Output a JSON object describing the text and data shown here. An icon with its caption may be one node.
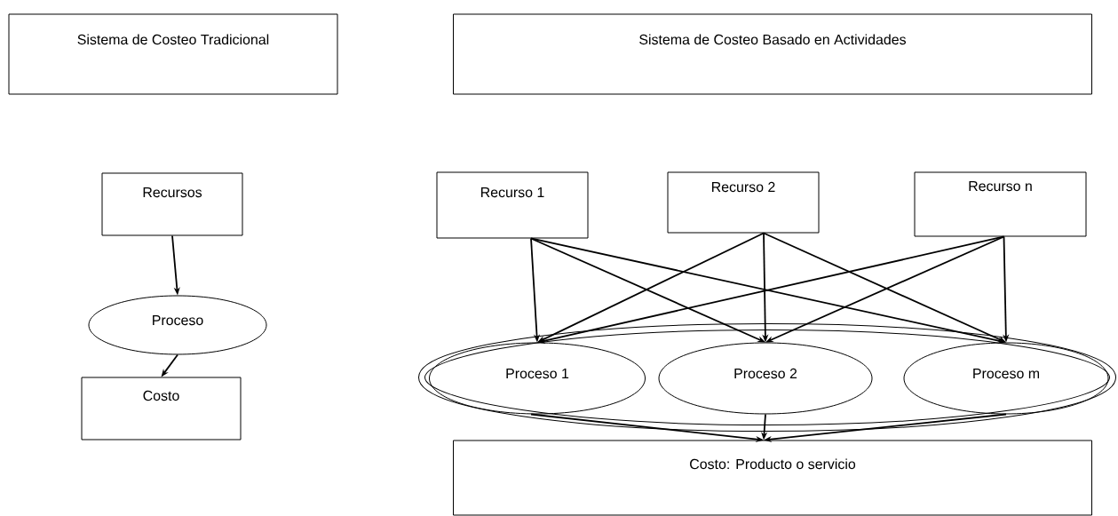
{
  "diagram": {
    "nodes": [
      {
        "text": [
          "Sistema de Costeo Tradicional"
        ]
      },
      {
        "text": [
          "Sistema de Costeo Basado en Actividades"
        ]
      },
      {
        "text": [
          "Recursos"
        ]
      },
      {
        "text": [
          "Proceso"
        ]
      },
      {
        "text": [
          "Costo"
        ]
      },
      {
        "text": [
          "Recurso 1"
        ]
      },
      {
        "text": [
          "Recurso 2"
        ]
      },
      {
        "text": [
          "Recurso n"
        ]
      },
      {
        "text": [],
        "shape": "ellipse"
      },
      {
        "text": [
          "Proceso 1"
        ],
        "in": 8
      },
      {
        "text": [
          "Proceso 2"
        ],
        "in": 8
      },
      {
        "text": [
          "Proceso m"
        ],
        "in": 8
      },
      {
        "text": [
          "Costo: Producto o servicio"
        ]
      }
    ],
    "edges": [
      {
        "from": 2,
        "to": 3,
        "arrow": "to"
      },
      {
        "from": 3,
        "to": 4,
        "arrow": "to"
      },
      {
        "from": 5,
        "to": 9,
        "arrow": "to"
      },
      {
        "from": 5,
        "to": 10,
        "arrow": "to"
      },
      {
        "from": 5,
        "to": 11,
        "arrow": "to"
      },
      {
        "from": 6,
        "to": 9,
        "arrow": "to"
      },
      {
        "from": 6,
        "to": 10,
        "arrow": "to"
      },
      {
        "from": 6,
        "to": 11,
        "arrow": "to"
      },
      {
        "from": 7,
        "to": 9,
        "arrow": "to"
      },
      {
        "from": 7,
        "to": 10,
        "arrow": "to"
      },
      {
        "from": 7,
        "to": 11,
        "arrow": "to"
      },
      {
        "from": 9,
        "to": 12,
        "arrow": "to"
      },
      {
        "from": 10,
        "to": 12,
        "arrow": "to"
      },
      {
        "from": 11,
        "to": 12,
        "arrow": "to"
      }
    ]
  }
}
